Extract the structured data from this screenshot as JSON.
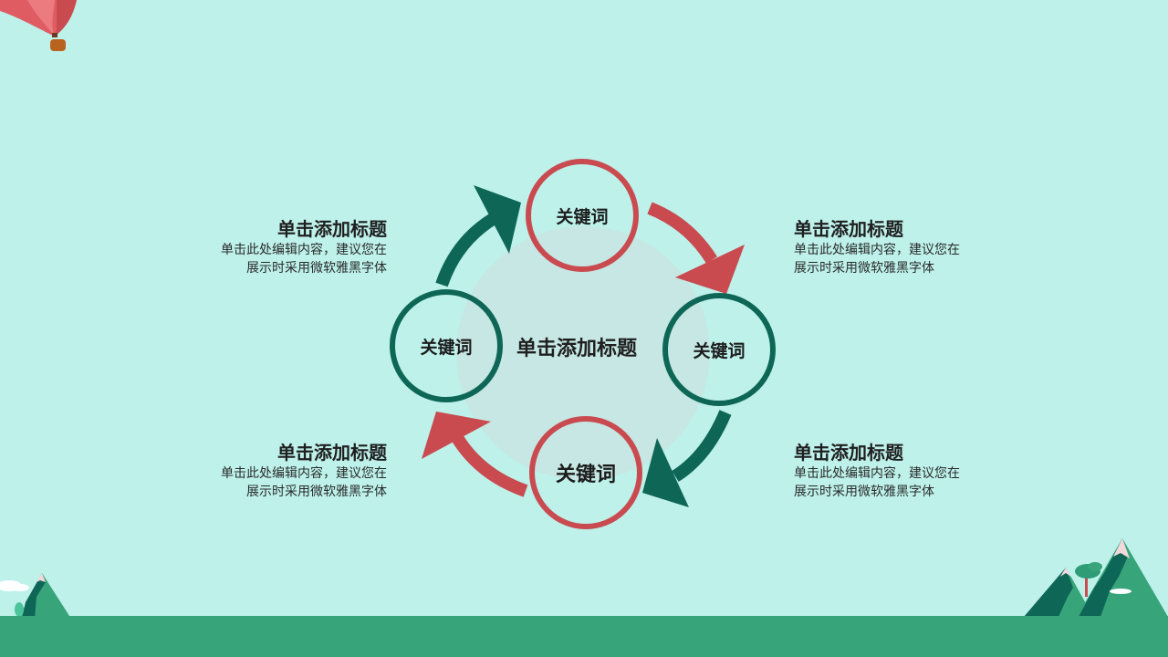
{
  "colors": {
    "background": "#bdf1ea",
    "ground": "#37a479",
    "accent_red": "#c94a4f",
    "accent_teal": "#0e6657",
    "center_disc": "#c6e7e3"
  },
  "center": {
    "title": "单击添加标题"
  },
  "nodes": [
    {
      "position": "top",
      "label": "关键词",
      "color": "red"
    },
    {
      "position": "right",
      "label": "关键词",
      "color": "teal"
    },
    {
      "position": "bottom",
      "label": "关键词",
      "color": "red"
    },
    {
      "position": "left",
      "label": "关键词",
      "color": "teal"
    }
  ],
  "text_blocks": [
    {
      "position": "top-left",
      "title": "单击添加标题",
      "line1": "单击此处编辑内容，建议您在",
      "line2": "展示时采用微软雅黑字体"
    },
    {
      "position": "top-right",
      "title": "单击添加标题",
      "line1": "单击此处编辑内容，建议您在",
      "line2": "展示时采用微软雅黑字体"
    },
    {
      "position": "bottom-left",
      "title": "单击添加标题",
      "line1": "单击此处编辑内容，建议您在",
      "line2": "展示时采用微软雅黑字体"
    },
    {
      "position": "bottom-right",
      "title": "单击添加标题",
      "line1": "单击此处编辑内容，建议您在",
      "line2": "展示时采用微软雅黑字体"
    }
  ],
  "decorations": {
    "top_left": "hot-air-balloon",
    "bottom_left": "mountain-with-cloud",
    "bottom_right": "mountains-with-tree"
  }
}
